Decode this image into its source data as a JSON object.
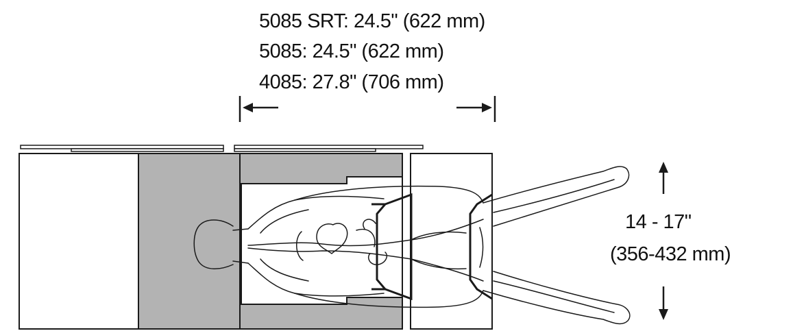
{
  "labels": {
    "width_5085srt": "5085 SRT: 24.5\" (622 mm)",
    "width_5085": "5085: 24.5\" (622 mm)",
    "width_4085": "4085: 27.8\" (706 mm)",
    "height_in": "14 - 17\"",
    "height_mm": "(356-432 mm)"
  },
  "colors": {
    "line": "#1a1a1a",
    "gray_panel": "#b3b3b3",
    "background": "#ffffff"
  }
}
